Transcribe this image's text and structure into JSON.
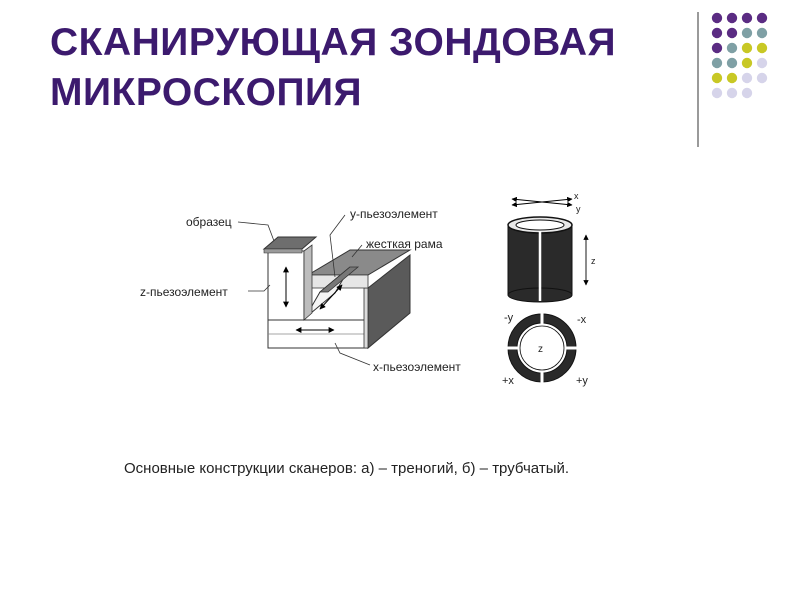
{
  "slide": {
    "title_line1": "СКАНИРУЮЩАЯ ЗОНДОВАЯ",
    "title_line2": "МИКРОСКОПИЯ",
    "caption": "Основные конструкции сканеров: а) – треногий, б) – трубчатый."
  },
  "colors": {
    "title": "#3c1a6e",
    "divider": "#9a9a9a",
    "dot_purple": "#5b2c83",
    "dot_teal": "#7fa0a5",
    "dot_olive": "#c8c825",
    "dot_lavender": "#d6d4ea"
  },
  "tripod": {
    "label_sample": "образец",
    "label_y": "y-пьезоэлемент",
    "label_frame": "жесткая рама",
    "label_z": "z-пьезоэлемент",
    "label_x": "x-пьезоэлемент"
  },
  "tube": {
    "label_x_top": "x",
    "label_y_top": "y",
    "label_z_side": "z",
    "label_z_center": "z",
    "label_neg_y": "-y",
    "label_neg_x": "-x",
    "label_pos_x": "+x",
    "label_pos_y": "+y"
  }
}
